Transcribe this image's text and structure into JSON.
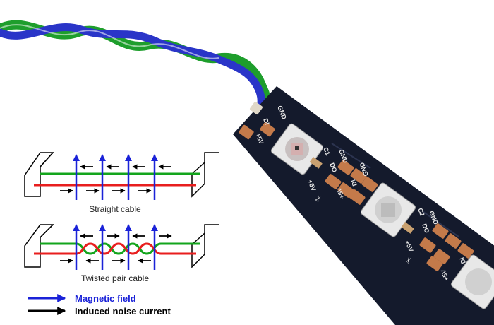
{
  "diagram": {
    "straight_caption": "Straight cable",
    "twisted_caption": "Twisted pair cable",
    "legend": [
      {
        "label": "Magnetic field",
        "color": "#1a22d8",
        "icon": "blue-arrow-icon"
      },
      {
        "label": "Induced noise current",
        "color": "#000000",
        "icon": "black-arrow-icon"
      }
    ],
    "wire_colors": {
      "green": "#13a51c",
      "red": "#e81e1e",
      "field": "#1a22d8",
      "noise": "#000000"
    }
  },
  "led_strip": {
    "pcb_color": "#141a2c",
    "cable_colors": [
      "#1e9e2c",
      "#2a35c8",
      "#f0f0f0"
    ],
    "labels": {
      "gnd": "GND",
      "di": "DI",
      "do": "DO",
      "plus5v": "+5V",
      "c1": "C1",
      "c2": "C2"
    }
  }
}
